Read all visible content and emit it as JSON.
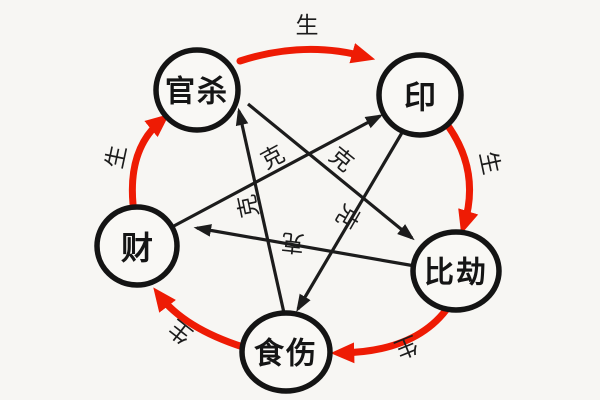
{
  "diagram": {
    "type": "bazi-five-elements-cycle",
    "background_color": "#f7f6f3",
    "colors": {
      "node_stroke": "#141414",
      "overcoming_arrow": "#1c1c1c",
      "generating_arrow": "#ee1b04",
      "label_text": "#1c1c1c"
    },
    "nodes": [
      {
        "id": "guansha",
        "label": "官杀"
      },
      {
        "id": "yin",
        "label": "印"
      },
      {
        "id": "bijie",
        "label": "比劫"
      },
      {
        "id": "shishang",
        "label": "食伤"
      },
      {
        "id": "cai",
        "label": "财"
      }
    ],
    "generating_cycle": {
      "label": "生",
      "arrow_color": "#ee1b04",
      "pairs": [
        [
          "官杀",
          "印"
        ],
        [
          "印",
          "比劫"
        ],
        [
          "比劫",
          "食伤"
        ],
        [
          "食伤",
          "财"
        ],
        [
          "财",
          "官杀"
        ]
      ]
    },
    "overcoming_cycle": {
      "label": "克",
      "arrow_color": "#1c1c1c",
      "pairs": [
        [
          "官杀",
          "比劫"
        ],
        [
          "比劫",
          "财"
        ],
        [
          "财",
          "印"
        ],
        [
          "印",
          "食伤"
        ],
        [
          "食伤",
          "官杀"
        ]
      ]
    }
  }
}
